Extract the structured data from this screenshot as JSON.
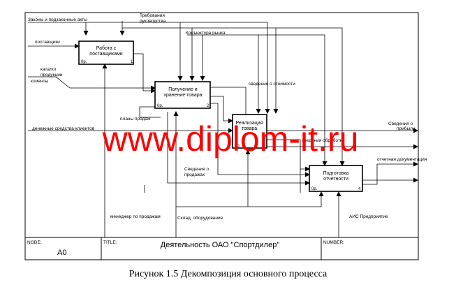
{
  "diagram": {
    "boxes": [
      {
        "id": "b1",
        "label": [
          "Работа с",
          "поставщиками"
        ],
        "corner": "0р.",
        "num": "1"
      },
      {
        "id": "b2",
        "label": [
          "Получение и",
          "хранение товара"
        ],
        "corner": "0р.",
        "num": "2"
      },
      {
        "id": "b3",
        "label": [
          "Реализация",
          "товара"
        ],
        "corner": "0р.",
        "num": "3"
      },
      {
        "id": "b4",
        "label": [
          "Подготовка",
          "отчетности"
        ],
        "corner": "0р.",
        "num": "4"
      }
    ],
    "arrow_labels": {
      "zakony": "Законы и подзаконные акты",
      "trebovaniya": [
        "Требования",
        "руководства"
      ],
      "konyunktura": "Конъюктура рынка",
      "postavshchiki": "поставщики",
      "katalog": [
        "каталог",
        "продукции"
      ],
      "klienty": "клиенты",
      "plany": "планы продаж",
      "stoimost": "сведения о стоимости",
      "dengi": "денежные средства клиентов",
      "svedeniya_out": [
        "Сведения о",
        "прибыли"
      ],
      "obrabotka": "сведения обработки",
      "otchet": "отчетная документация",
      "prodazhi": [
        "Сведения о",
        "продажах"
      ],
      "menedzher": "менеджер по продажам",
      "sklad": "Склад, оборудование",
      "ais": "АИС Предприятие"
    },
    "frame": {
      "node_label": "NODE:",
      "node_value": "A0",
      "title_label": "TITLE:",
      "title_value": "Деятельность ОАО  \"Спортдилер\"",
      "number_label": "NUMBER:"
    },
    "watermark": "www.diplom-it.ru",
    "watermark_color": "#ff0000"
  },
  "caption": "Рисунок 1.5 Декомпозиция основного процесса"
}
